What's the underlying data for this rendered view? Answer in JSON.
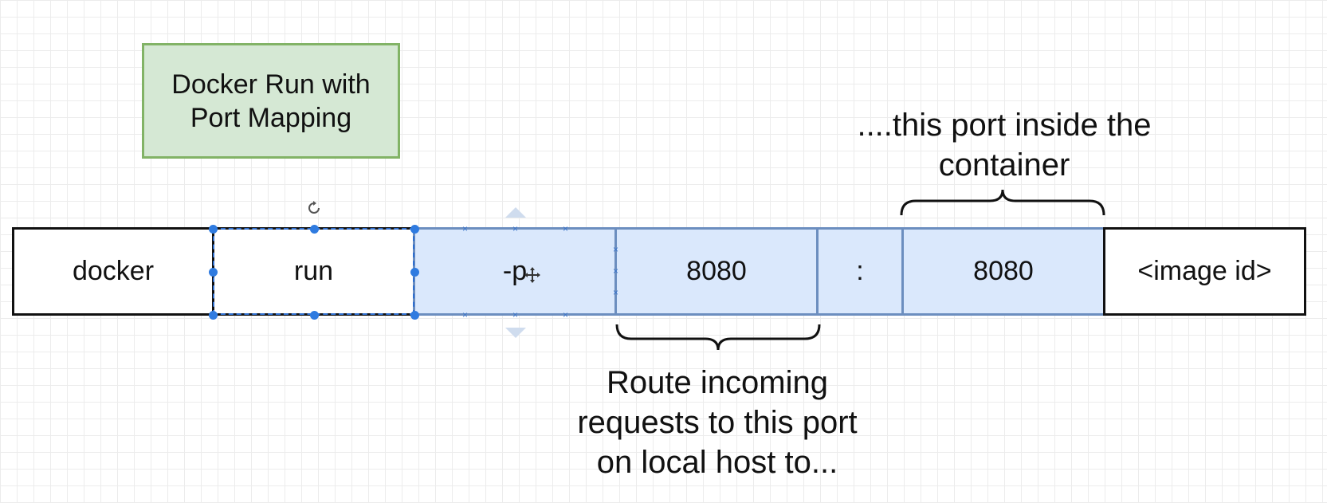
{
  "title": "Docker Run with Port Mapping",
  "command": {
    "segments": [
      {
        "text": "docker",
        "style": "white"
      },
      {
        "text": "run",
        "style": "white",
        "selected": true
      },
      {
        "text": "-p",
        "style": "blue"
      },
      {
        "text": "8080",
        "style": "blue"
      },
      {
        "text": ":",
        "style": "blue"
      },
      {
        "text": "8080",
        "style": "blue"
      },
      {
        "text": "<image id>",
        "style": "white"
      }
    ]
  },
  "annotations": {
    "container_port": "....this port inside the container",
    "host_port": "Route incoming requests to this port on local host to..."
  },
  "icons": {
    "rotate": "rotate-icon",
    "move_cursor": "move-cursor-icon"
  },
  "colors": {
    "title_fill": "#d5e8d4",
    "title_stroke": "#82b366",
    "highlight_fill": "#dae8fc",
    "highlight_stroke": "#6c8ebf",
    "selection": "#2f7be0"
  }
}
